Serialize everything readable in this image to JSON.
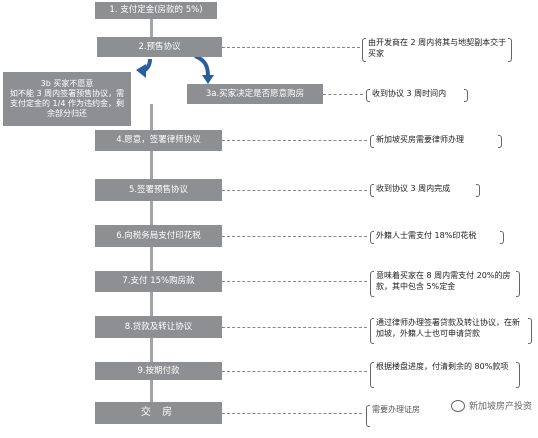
{
  "steps": {
    "s1": "1. 支付定金(房款的 5%)",
    "s2": "2.预售协议",
    "s3b": "3b 买家不愿意\n如不能 3 周内签署预售协议，需支付定金的 1/4 作为违约金，剩余部分归还",
    "s3a": "3a.买家决定是否愿意购房",
    "s4": "4.愿意，签署律师协议",
    "s5": "5.签署预售协议",
    "s6": "6.向税务局支付印花税",
    "s7": "7.支付 15%购房款",
    "s8": "8.贷款及转让协议",
    "s9": "9.按期付款",
    "s10": "交  房"
  },
  "notes": {
    "n2": "由开发商在 2 周内将其与地契副本交于买家",
    "n3a": "收到协议 3 周时间内",
    "n4": "新加坡买房需要律师办理",
    "n5": "收到协议 3 周内完成",
    "n6": "外籍人士需支付 18%印花税",
    "n7": "意味着买家在 8 周内需支付 20%的房款，其中包含 5%定金",
    "n8": "通过律师办理签署贷款及转让协议，在新加坡，外籍人士也可申请贷款",
    "n9": "根据楼盘进度，付清剩余的 80%款项",
    "n10": "需要办理证房"
  },
  "watermark": "新加坡房产投资"
}
